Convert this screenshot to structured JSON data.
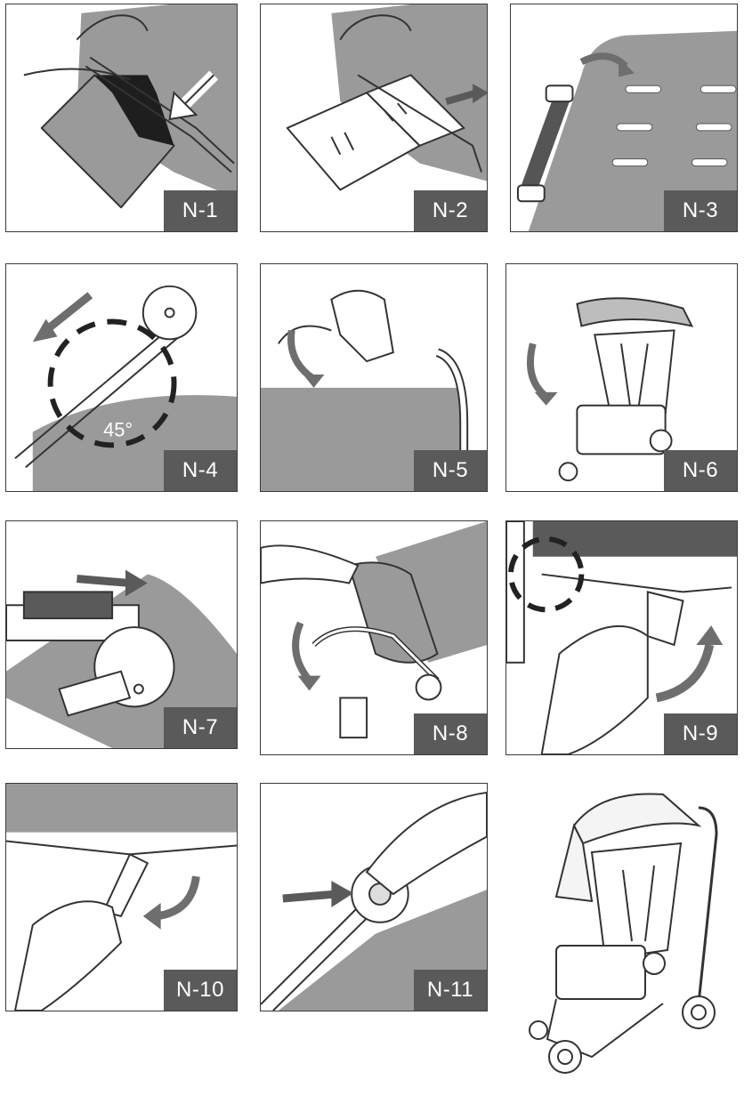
{
  "steps": [
    {
      "label": "N-1"
    },
    {
      "label": "N-2"
    },
    {
      "label": "N-3"
    },
    {
      "label": "N-4",
      "angle_text": "45°"
    },
    {
      "label": "N-5"
    },
    {
      "label": "N-6"
    },
    {
      "label": "N-7"
    },
    {
      "label": "N-8"
    },
    {
      "label": "N-9"
    },
    {
      "label": "N-10"
    },
    {
      "label": "N-11"
    }
  ],
  "colors": {
    "panel_label_bg": "#5a5a5a",
    "fabric_gray": "#9a9a9a",
    "arrow_gray": "#6e6e6e",
    "dark_gray": "#555555"
  }
}
